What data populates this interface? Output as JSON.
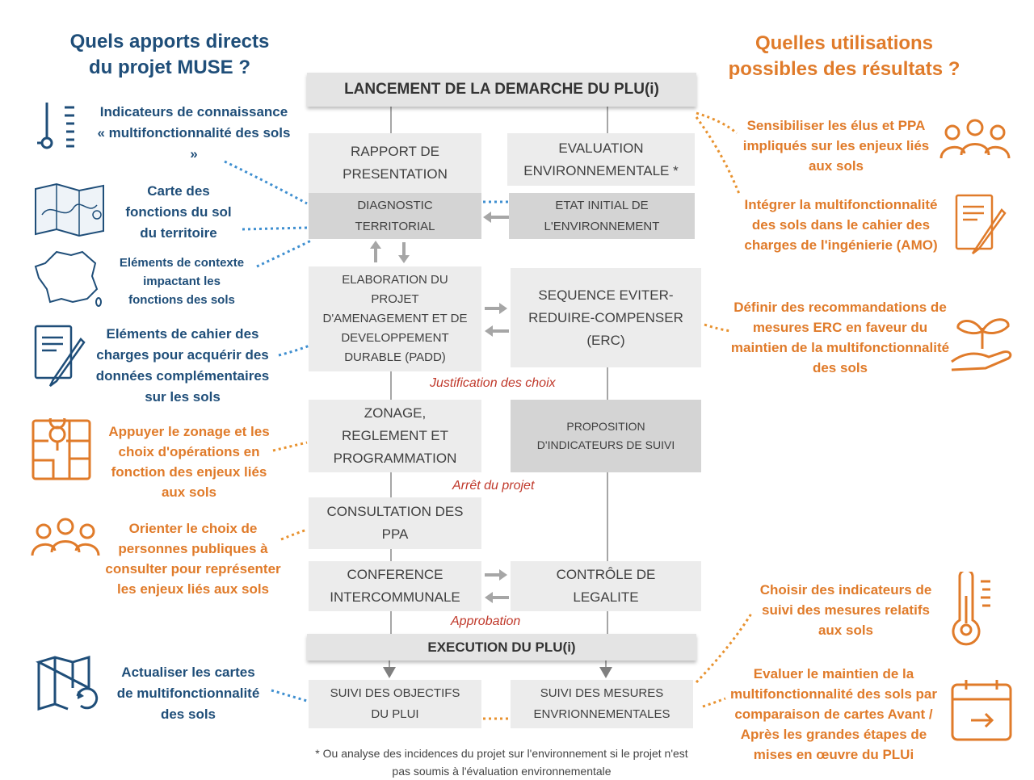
{
  "left_header": "Quels apports directs du projet MUSE ?",
  "right_header": "Quelles utilisations possibles des résultats ?",
  "left_items": [
    "Indicateurs de connaissance « multifonctionnalité des sols »",
    "Carte des fonctions du sol du territoire",
    "Eléments de contexte impactant les fonctions des sols",
    "Eléments de cahier des charges pour acquérir des données complémentaires sur les sols",
    "Appuyer le zonage et les choix d'opérations en fonction des enjeux liés aux sols",
    "Orienter le choix de personnes publiques à consulter pour représenter les enjeux liés aux sols",
    "Actualiser les cartes de multifonctionnalité des sols"
  ],
  "right_items": [
    "Sensibiliser les élus et PPA impliqués sur les enjeux liés aux sols",
    "Intégrer la multifonctionnalité des sols dans le cahier des charges de l'ingénierie (AMO)",
    "Définir des recommandations de mesures ERC en faveur du maintien de la multifonctionnalité des sols",
    "Choisir des indicateurs de suivi des mesures relatifs aux sols",
    "Evaluer le maintien de la multifonctionnalité des sols par comparaison de cartes Avant / Après les grandes étapes de mises en œuvre du PLUi"
  ],
  "flow": {
    "launch": "LANCEMENT DE LA DEMARCHE DU PLU(i)",
    "rapport": "RAPPORT DE PRESENTATION",
    "evaluation": "EVALUATION ENVIRONNEMENTALE *",
    "diagnostic": "DIAGNOSTIC TERRITORIAL",
    "etat_initial": "ETAT INITIAL DE L'ENVIRONNEMENT",
    "padd": "ELABORATION DU PROJET D'AMENAGEMENT ET DE DEVELOPPEMENT DURABLE (PADD)",
    "erc": "SEQUENCE EVITER-REDUIRE-COMPENSER (ERC)",
    "justification": "Justification des choix",
    "zonage": "ZONAGE, REGLEMENT ET PROGRAMMATION",
    "indicateurs": "PROPOSITION D'INDICATEURS DE SUIVI",
    "arret": "Arrêt du projet",
    "consultation": "CONSULTATION DES PPA",
    "conference": "CONFERENCE INTERCOMMUNALE",
    "controle": "CONTRÔLE DE LEGALITE",
    "approbation": "Approbation",
    "execution": "EXECUTION DU PLU(i)",
    "suivi_objectifs": "SUIVI DES OBJECTIFS DU PLUI",
    "suivi_mesures": "SUIVI DES MESURES ENVRIONNEMENTALES"
  },
  "footnote": "* Ou analyse des incidences du projet sur l'environnement  si le projet n'est pas soumis à l'évaluation  environnementale",
  "colors": {
    "blue": "#1f4e79",
    "orange": "#e07b2a",
    "red": "#c0392b",
    "box": "#ececec",
    "box_dark": "#d4d4d4"
  },
  "icons": [
    "thermometer-icon",
    "map-icon",
    "france-map-icon",
    "document-pen-icon",
    "zoning-map-icon",
    "group-people-icon",
    "map-refresh-icon",
    "group-people-icon",
    "document-pen-icon",
    "plant-hand-icon",
    "thermometer-icon",
    "calendar-arrow-icon"
  ]
}
